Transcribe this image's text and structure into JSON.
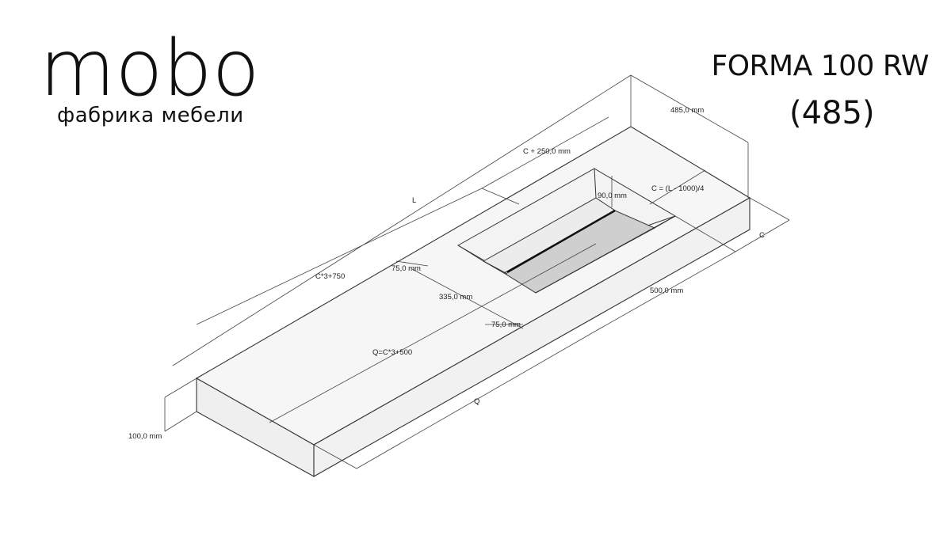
{
  "brand": {
    "logo": "mobo",
    "tagline": "фабрика мебели"
  },
  "product": {
    "model": "FORMA 100 RW",
    "code": "(485)"
  },
  "dimensions": {
    "depth": "485,0 mm",
    "sink_offset": "C + 250,0 mm",
    "length": "L",
    "sink_depth": "90,0 mm",
    "c_formula": "C = (L - 1000)/4",
    "c": "C",
    "c3_750": "C*3+750",
    "rim_back": "75,0 mm",
    "sink_width": "335,0 mm",
    "sink_length": "500,0 mm",
    "rim_front": "75,0 mm",
    "q_formula": "Q=C*3+500",
    "q": "Q",
    "thickness": "100,0 mm"
  }
}
